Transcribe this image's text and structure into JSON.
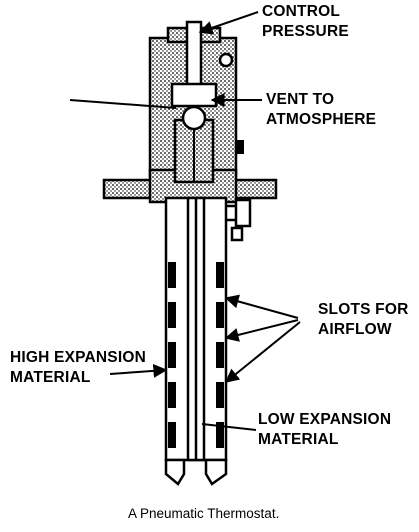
{
  "labels": {
    "control_pressure": [
      "CONTROL",
      "PRESSURE"
    ],
    "vent": [
      "VENT TO",
      "ATMOSPHERE"
    ],
    "slots": [
      "SLOTS FOR",
      "AIRFLOW"
    ],
    "high_expansion": [
      "HIGH EXPANSION",
      "MATERIAL"
    ],
    "low_expansion": [
      "LOW EXPANSION",
      "MATERIAL"
    ]
  },
  "caption": "A Pneumatic Thermostat."
}
